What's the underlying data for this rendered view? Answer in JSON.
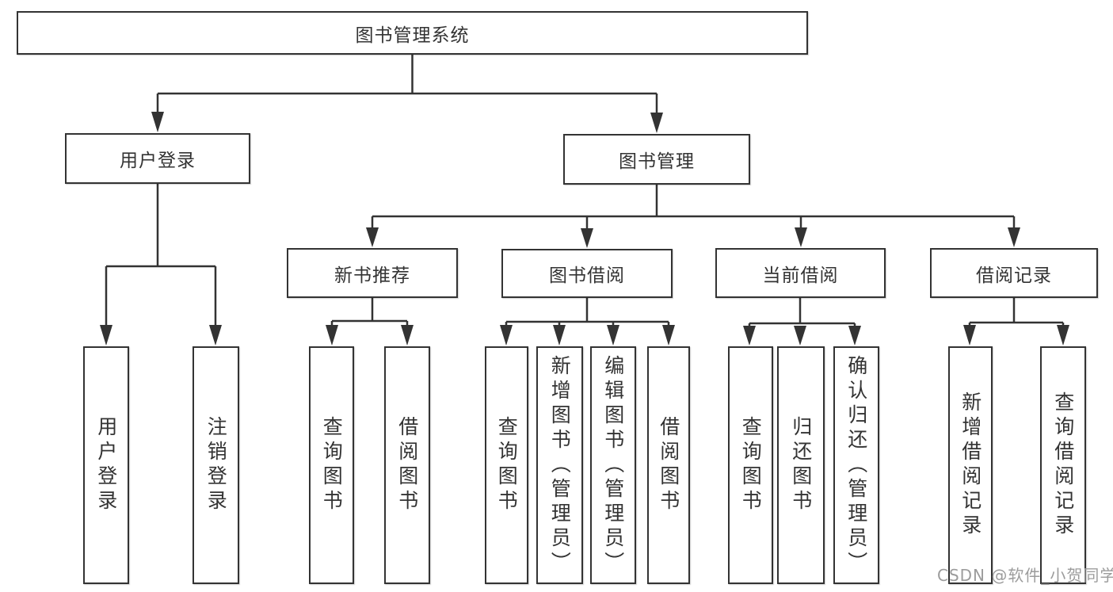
{
  "colors": {
    "line": "#333333",
    "box_border": "#333333",
    "text": "#333333",
    "watermark": "#9c9c9c",
    "background": "#ffffff"
  },
  "watermark": {
    "text": "CSDN @软件_小贺同学"
  },
  "tree": {
    "root": {
      "label": "图书管理系统"
    },
    "branches": [
      {
        "label": "用户登录",
        "children": [
          {
            "label": "用户登录"
          },
          {
            "label": "注销登录"
          }
        ]
      },
      {
        "label": "图书管理",
        "children": [
          {
            "label": "新书推荐",
            "children": [
              {
                "label": "查询图书"
              },
              {
                "label": "借阅图书"
              }
            ]
          },
          {
            "label": "图书借阅",
            "children": [
              {
                "label": "查询图书"
              },
              {
                "label": "新增图书（管理员）"
              },
              {
                "label": "编辑图书（管理员）"
              },
              {
                "label": "借阅图书"
              }
            ]
          },
          {
            "label": "当前借阅",
            "children": [
              {
                "label": "查询图书"
              },
              {
                "label": "归还图书"
              },
              {
                "label": "确认归还（管理员）"
              }
            ]
          },
          {
            "label": "借阅记录",
            "children": [
              {
                "label": "新增借阅记录"
              },
              {
                "label": "查询借阅记录"
              }
            ]
          }
        ]
      }
    ]
  }
}
